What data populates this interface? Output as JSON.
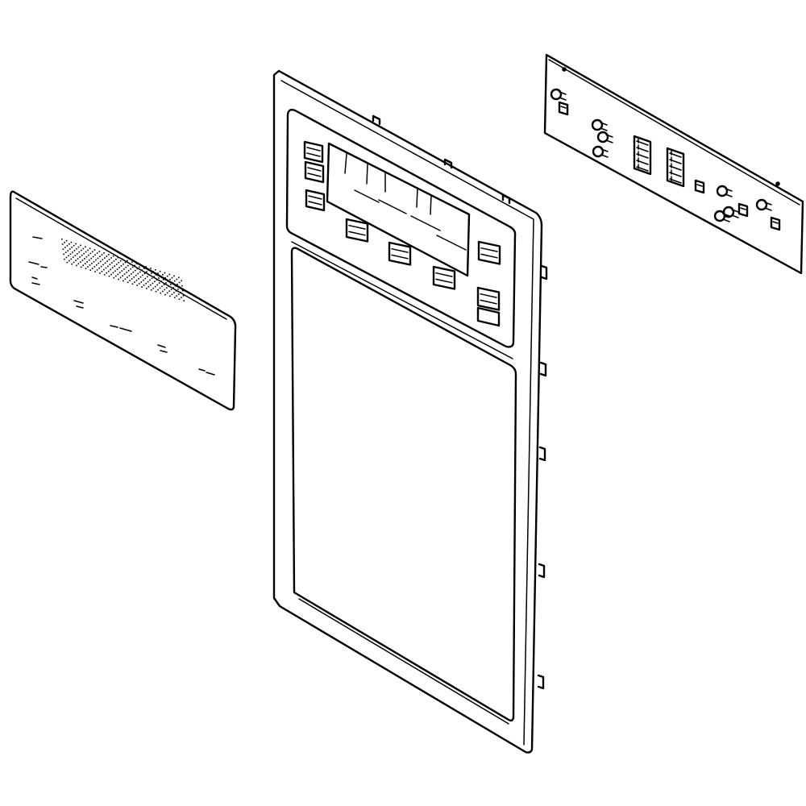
{
  "diagram": {
    "type": "exploded-parts-view",
    "stroke_color": "#000000",
    "background_color": "#ffffff",
    "parts": [
      {
        "id": "overlay",
        "name": "control-panel-overlay"
      },
      {
        "id": "frame",
        "name": "dispenser-cover-frame"
      },
      {
        "id": "board",
        "name": "control-circuit-board"
      }
    ],
    "counts": {
      "board_components": 16,
      "panel_upper_buttons": 3,
      "panel_lower_buttons": 5
    }
  }
}
